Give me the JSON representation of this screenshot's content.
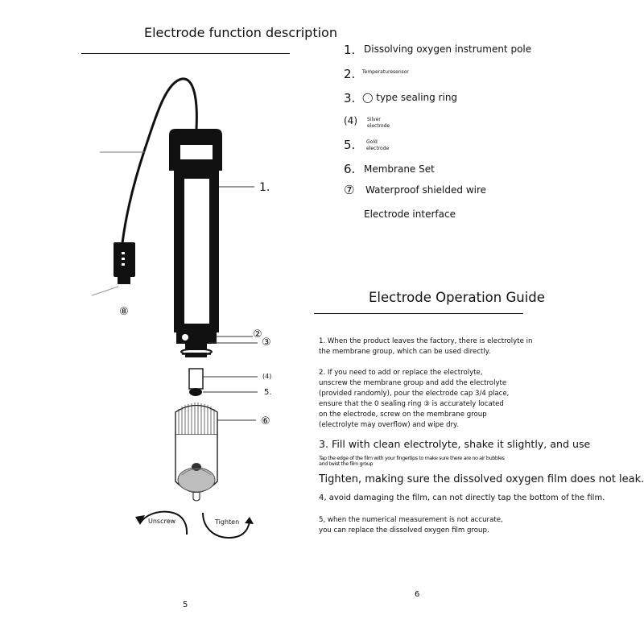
{
  "left": {
    "title": "Electrode function description",
    "callouts": {
      "c1": "1.",
      "c2": "②",
      "c3": "③",
      "c4": "(4)",
      "c5": "5.",
      "c6": "⑥",
      "c8": "⑧"
    },
    "unscrew": "Unscrew",
    "tighten": "Tighten",
    "page": "5"
  },
  "legend": {
    "items": [
      {
        "num": "1.",
        "text": "Dissolving oxygen instrument pole"
      },
      {
        "num": "2.",
        "text": "Temperaturesensor"
      },
      {
        "num": "3.",
        "text": "◯ type sealing ring"
      },
      {
        "num": "(4)",
        "line1": "Silver",
        "line2": "electrode"
      },
      {
        "num": "5.",
        "line1": "Gold",
        "line2": "electrode"
      },
      {
        "num": "6.",
        "text": "Membrane Set"
      },
      {
        "num": "⑦",
        "text": "Waterproof shielded wire"
      },
      {
        "num": "",
        "text": "Electrode interface"
      }
    ]
  },
  "guide": {
    "title": "Electrode Operation Guide",
    "p1": [
      "1. When the product leaves the factory, there is electrolyte in",
      "the membrane group, which can be used directly."
    ],
    "p2": [
      "2. If you need to add or replace the electrolyte,",
      "unscrew the membrane group and add the electrolyte",
      "(provided randomly), pour the electrode cap 3/4 place,",
      " ensure that the 0 sealing ring ③ is accurately located",
      "on the electrode, screw on the membrane group",
      "(electrolyte may overflow) and wipe dry."
    ],
    "p3": "3. Fill with clean electrolyte, shake it slightly, and use",
    "p3_small": [
      "Tap the edge of the film with your fingertips to make sure there are no air bubbles",
      "and twist the film group"
    ],
    "p3_big": "Tighten, making sure the dissolved oxygen film does not leak.",
    "p4": "4, avoid damaging the film, can not directly tap the bottom of the film.",
    "p5": [
      "5, when the numerical measurement is not accurate,",
      "you can replace the dissolved oxygen film group."
    ],
    "page": "6"
  }
}
